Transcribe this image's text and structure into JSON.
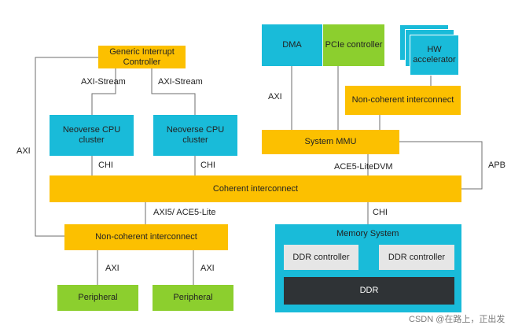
{
  "boxes": {
    "gic": "Generic Interrupt Controller",
    "cpu1": "Neoverse CPU cluster",
    "cpu2": "Neoverse CPU cluster",
    "dma": "DMA",
    "pcie": "PCIe controller",
    "hw": "HW accelerator",
    "nci_top": "Non-coherent interconnect",
    "smmu": "System MMU",
    "ci": "Coherent interconnect",
    "nci_bottom": "Non-coherent interconnect",
    "memsys": "Memory System",
    "ddrc1": "DDR controller",
    "ddrc2": "DDR controller",
    "ddr": "DDR",
    "periph1": "Peripheral",
    "periph2": "Peripheral"
  },
  "labels": {
    "axi_stream_left": "AXI-Stream",
    "axi_stream_right": "AXI-Stream",
    "axi_left": "AXI",
    "chi_cpu1": "CHI",
    "chi_cpu2": "CHI",
    "axi_dma": "AXI",
    "ace5_litedvm": "ACE5-LiteDVM",
    "apb": "APB",
    "axi5_ace5_lite": "AXI5/ ACE5-Lite",
    "chi_mem": "CHI",
    "axi_p1": "AXI",
    "axi_p2": "AXI"
  },
  "watermark": "CSDN @在路上，正出发",
  "colors": {
    "yellow": "#fcc000",
    "cyan": "#19bbd9",
    "green": "#8ccf2e",
    "gray": "#e6e6e6",
    "dark": "#2f3336",
    "line": "#6e6e6e"
  }
}
